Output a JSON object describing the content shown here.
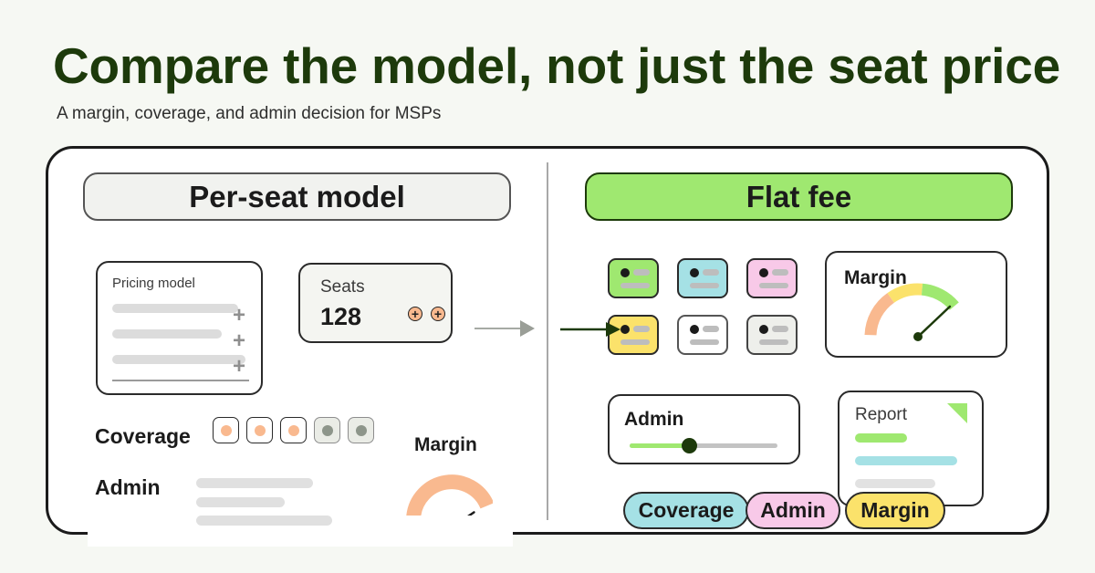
{
  "header": {
    "title": "Compare the model, not just the seat price",
    "subtitle": "A margin, coverage, and admin decision for MSPs"
  },
  "per_seat": {
    "heading": "Per-seat model",
    "pricing_card": {
      "label": "Pricing model",
      "rows": 3,
      "row_icon": "plus-icon"
    },
    "seats_card": {
      "label": "Seats",
      "value": "128",
      "stepper_icons": [
        "plus-icon",
        "plus-icon"
      ]
    },
    "coverage": {
      "label": "Coverage",
      "chips_total": 5,
      "chips_active": 3
    },
    "admin": {
      "label": "Admin"
    },
    "margin": {
      "label": "Margin",
      "gauge_level": 0.8
    }
  },
  "flat_fee": {
    "heading": "Flat fee",
    "tiles": [
      {
        "color": "#9fe870"
      },
      {
        "color": "#a5e1e5"
      },
      {
        "color": "#f8c9e8"
      },
      {
        "color": "#fbe26b",
        "pointed": true
      },
      {
        "color": "#ffffff"
      },
      {
        "color": "#eeefeb"
      }
    ],
    "margin_card": {
      "label": "Margin",
      "gauge_level": 0.87
    },
    "admin_card": {
      "label": "Admin",
      "slider_value": 0.4
    },
    "report_card": {
      "label": "Report",
      "corner_icon": "triangle-flag-icon"
    },
    "tags": [
      {
        "label": "Coverage",
        "color": "#a5e1e5"
      },
      {
        "label": "Admin",
        "color": "#f8c9e8"
      },
      {
        "label": "Margin",
        "color": "#fbe26b"
      }
    ]
  },
  "colors": {
    "title": "#1d3a0b",
    "accent_green": "#9fe870",
    "dark_green": "#1d3a0b",
    "peach": "#f9b98f",
    "yellow": "#fbe26b",
    "teal": "#a5e1e5",
    "pink": "#f8c9e8"
  },
  "icons": {
    "arrow": "arrow-right-icon",
    "pointer": "arrow-right-icon"
  }
}
